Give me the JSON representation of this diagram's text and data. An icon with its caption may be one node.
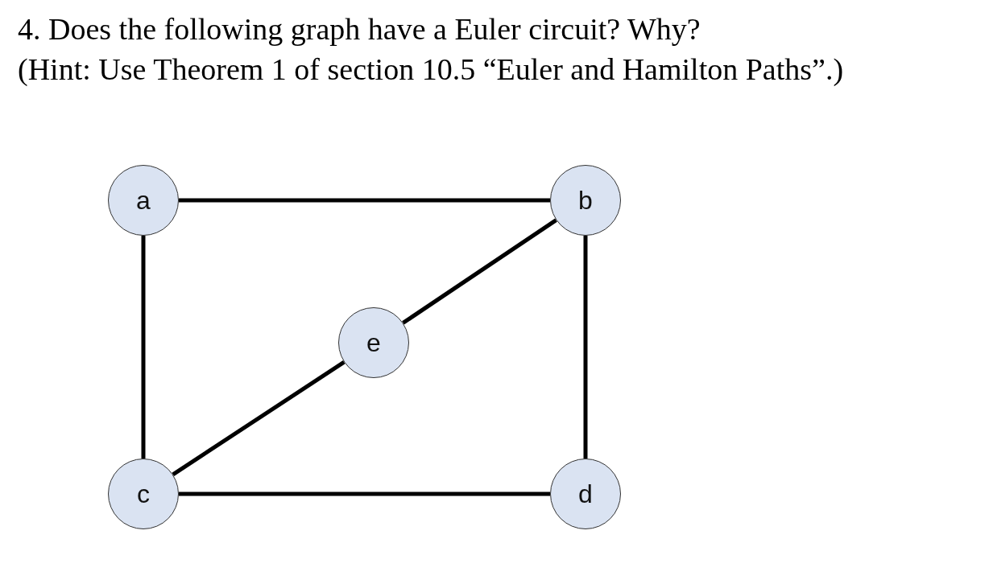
{
  "diagram": {
    "title": "4. Does the following graph have a Euler circuit? Why?",
    "nodes": [
      {
        "text": [
          "a"
        ]
      },
      {
        "text": [
          "b"
        ]
      },
      {
        "text": [
          "e"
        ]
      },
      {
        "text": [
          "c"
        ]
      },
      {
        "text": [
          "d"
        ]
      }
    ],
    "edges": [
      {
        "from": 0,
        "to": 1,
        "arrow": "none"
      },
      {
        "from": 0,
        "to": 3,
        "arrow": "none"
      },
      {
        "from": 1,
        "to": 2,
        "arrow": "none"
      },
      {
        "from": 2,
        "to": 3,
        "arrow": "none"
      },
      {
        "from": 1,
        "to": 4,
        "arrow": "none"
      },
      {
        "from": 3,
        "to": 4,
        "arrow": "none"
      }
    ],
    "labels": [
      "(Hint: Use Theorem 1 of section 10.5 “Euler and Hamilton Paths”.)"
    ]
  }
}
